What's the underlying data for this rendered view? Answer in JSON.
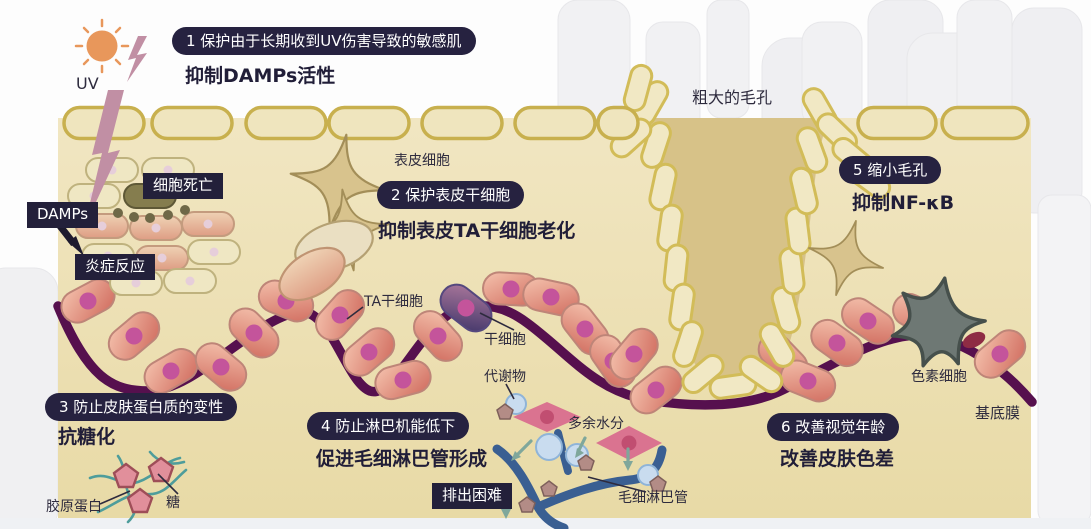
{
  "points": [
    {
      "badge": "1 保护由于长期收到UV伤害导致的敏感肌",
      "effect": "抑制DAMPs活性"
    },
    {
      "badge": "2 保护表皮干细胞",
      "effect": "抑制表皮TA干细胞老化"
    },
    {
      "badge": "3 防止皮肤蛋白质的变性",
      "effect": "抗糖化"
    },
    {
      "badge": "4 防止淋巴机能低下",
      "effect": "促进毛细淋巴管形成"
    },
    {
      "badge": "5 缩小毛孔",
      "effect": "抑制NF-κB"
    },
    {
      "badge": "6 改善视觉年龄",
      "effect": "改善皮肤色差"
    }
  ],
  "labels": {
    "uv": "UV",
    "pore": "粗大的毛孔",
    "epidermal_cell": "表皮细胞",
    "cell_death": "细胞死亡",
    "damps": "DAMPs",
    "inflammation": "炎症反应",
    "ta_stem_cell": "TA干细胞",
    "stem_cell": "干细胞",
    "metabolite": "代谢物",
    "excess_water": "多余水分",
    "drainage_difficulty": "排出困难",
    "lymph_capillary": "毛细淋巴管",
    "pigment_cell": "色素细胞",
    "basement_membrane": "基底膜",
    "collagen": "胶原蛋白",
    "sugar": "糖"
  },
  "icons": {
    "sun": "sun-icon",
    "lightning": "lightning-icon",
    "damps_arrow": "arrow-down-right-icon",
    "drain_arrow": "arrow-down-icon"
  },
  "colors": {
    "badge_bg": "#262240",
    "skin_beige": "#EDE1B6",
    "capsule_gold": "#C8B04E",
    "membrane_plum": "#56104E",
    "cell_pink": "#D97467",
    "nucleus_magenta": "#C4549B",
    "stem_cell_purple": "#3E3468",
    "lymph_blue": "#3A5F92",
    "droplet_blue": "#C9DCEF",
    "diamond_pink": "#DA7390",
    "collagen_teal": "#4E9D9B",
    "melanocyte_gray": "#6E7874",
    "sun_orange": "#E8975B",
    "lightning_mauve": "#C18FA4"
  }
}
